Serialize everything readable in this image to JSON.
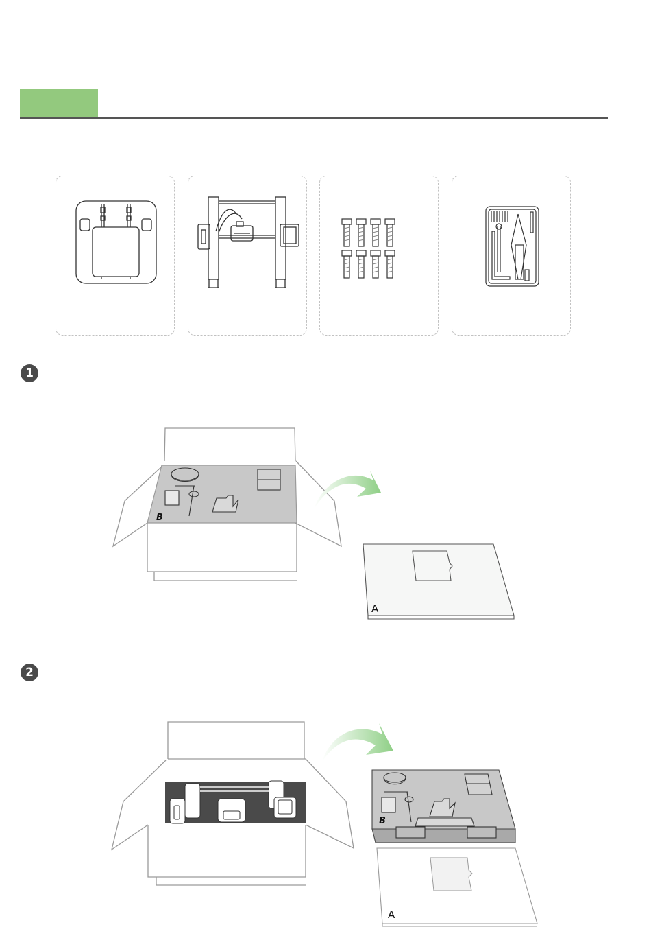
{
  "header": {
    "accent_color": "#93c97e",
    "rule_color": "#555555"
  },
  "parts": [
    {
      "name": "print-bed-icon"
    },
    {
      "name": "gantry-frame-icon"
    },
    {
      "name": "screws-icon"
    },
    {
      "name": "toolkit-icon"
    }
  ],
  "steps": [
    {
      "number": "1",
      "layer_label": "B",
      "removed_label": "A"
    },
    {
      "number": "2",
      "layer_label": "B",
      "removed_label": "A"
    }
  ],
  "colors": {
    "foam_gray": "#c8c8c8",
    "arrow_green": "#8fcf86",
    "line_gray": "#9a9a9a"
  }
}
